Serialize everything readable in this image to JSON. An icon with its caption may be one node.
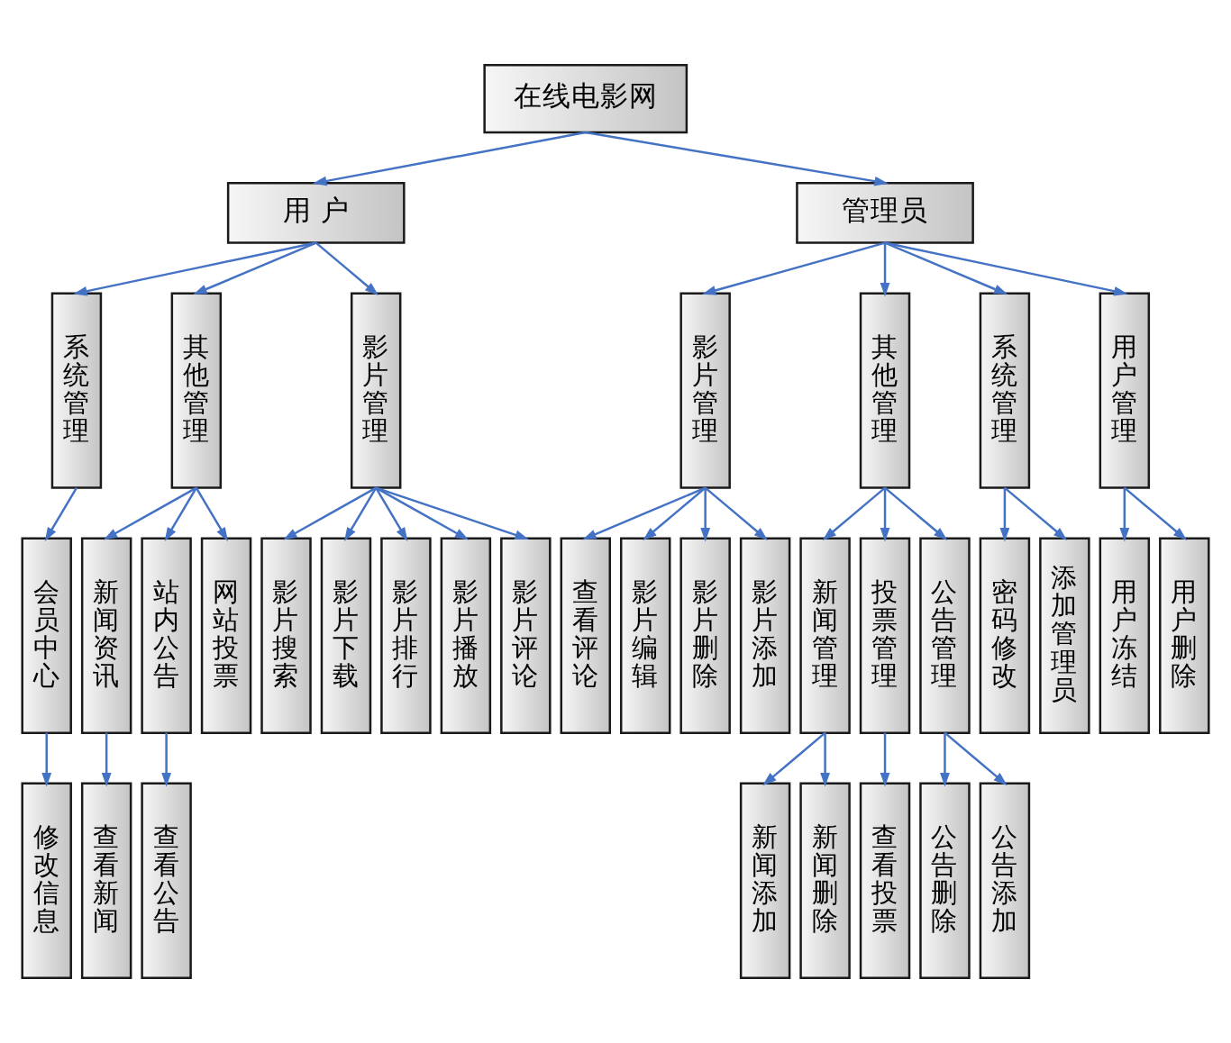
{
  "diagram": {
    "nodes": [
      {
        "text": [
          "在线电影网"
        ]
      },
      {
        "text": [
          "用 户"
        ]
      },
      {
        "text": [
          "管理员"
        ]
      },
      {
        "text": [
          "系统管理"
        ]
      },
      {
        "text": [
          "其他管理"
        ]
      },
      {
        "text": [
          "影片管理"
        ]
      },
      {
        "text": [
          "影片管理"
        ]
      },
      {
        "text": [
          "其他管理"
        ]
      },
      {
        "text": [
          "系统管理"
        ]
      },
      {
        "text": [
          "用户管理"
        ]
      },
      {
        "text": [
          "会员中心"
        ]
      },
      {
        "text": [
          "新闻资讯"
        ]
      },
      {
        "text": [
          "站内公告"
        ]
      },
      {
        "text": [
          "网站投票"
        ]
      },
      {
        "text": [
          "影片搜索"
        ]
      },
      {
        "text": [
          "影片下载"
        ]
      },
      {
        "text": [
          "影片排行"
        ]
      },
      {
        "text": [
          "影片播放"
        ]
      },
      {
        "text": [
          "影片评论"
        ]
      },
      {
        "text": [
          "查看评论"
        ]
      },
      {
        "text": [
          "影片编辑"
        ]
      },
      {
        "text": [
          "影片删除"
        ]
      },
      {
        "text": [
          "影片添加"
        ]
      },
      {
        "text": [
          "新闻管理"
        ]
      },
      {
        "text": [
          "投票管理"
        ]
      },
      {
        "text": [
          "公告管理"
        ]
      },
      {
        "text": [
          "密码修改"
        ]
      },
      {
        "text": [
          "添加管理员"
        ]
      },
      {
        "text": [
          "用户冻结"
        ]
      },
      {
        "text": [
          "用户删除"
        ]
      },
      {
        "text": [
          "修改信息"
        ]
      },
      {
        "text": [
          "查看新闻"
        ]
      },
      {
        "text": [
          "查看公告"
        ]
      },
      {
        "text": [
          "新闻添加"
        ]
      },
      {
        "text": [
          "新闻删除"
        ]
      },
      {
        "text": [
          "查看投票"
        ]
      },
      {
        "text": [
          "公告删除"
        ]
      },
      {
        "text": [
          "公告添加"
        ]
      }
    ],
    "edges": [
      {
        "from": 0,
        "to": 1,
        "arrow": "to"
      },
      {
        "from": 0,
        "to": 2,
        "arrow": "to"
      },
      {
        "from": 1,
        "to": 3,
        "arrow": "to"
      },
      {
        "from": 1,
        "to": 4,
        "arrow": "to"
      },
      {
        "from": 1,
        "to": 5,
        "arrow": "to"
      },
      {
        "from": 2,
        "to": 6,
        "arrow": "to"
      },
      {
        "from": 2,
        "to": 7,
        "arrow": "to"
      },
      {
        "from": 2,
        "to": 8,
        "arrow": "to"
      },
      {
        "from": 2,
        "to": 9,
        "arrow": "to"
      },
      {
        "from": 3,
        "to": 10,
        "arrow": "to"
      },
      {
        "from": 4,
        "to": 11,
        "arrow": "to"
      },
      {
        "from": 4,
        "to": 12,
        "arrow": "to"
      },
      {
        "from": 4,
        "to": 13,
        "arrow": "to"
      },
      {
        "from": 5,
        "to": 14,
        "arrow": "to"
      },
      {
        "from": 5,
        "to": 15,
        "arrow": "to"
      },
      {
        "from": 5,
        "to": 16,
        "arrow": "to"
      },
      {
        "from": 5,
        "to": 17,
        "arrow": "to"
      },
      {
        "from": 5,
        "to": 18,
        "arrow": "to"
      },
      {
        "from": 6,
        "to": 19,
        "arrow": "to"
      },
      {
        "from": 6,
        "to": 20,
        "arrow": "to"
      },
      {
        "from": 6,
        "to": 21,
        "arrow": "to"
      },
      {
        "from": 6,
        "to": 22,
        "arrow": "to"
      },
      {
        "from": 7,
        "to": 23,
        "arrow": "to"
      },
      {
        "from": 7,
        "to": 24,
        "arrow": "to"
      },
      {
        "from": 7,
        "to": 25,
        "arrow": "to"
      },
      {
        "from": 8,
        "to": 26,
        "arrow": "to"
      },
      {
        "from": 8,
        "to": 27,
        "arrow": "to"
      },
      {
        "from": 9,
        "to": 28,
        "arrow": "to"
      },
      {
        "from": 9,
        "to": 29,
        "arrow": "to"
      },
      {
        "from": 10,
        "to": 30,
        "arrow": "to"
      },
      {
        "from": 11,
        "to": 31,
        "arrow": "to"
      },
      {
        "from": 12,
        "to": 32,
        "arrow": "to"
      },
      {
        "from": 23,
        "to": 33,
        "arrow": "to"
      },
      {
        "from": 23,
        "to": 34,
        "arrow": "to"
      },
      {
        "from": 24,
        "to": 35,
        "arrow": "to"
      },
      {
        "from": 25,
        "to": 36,
        "arrow": "to"
      },
      {
        "from": 25,
        "to": 37,
        "arrow": "to"
      }
    ]
  }
}
